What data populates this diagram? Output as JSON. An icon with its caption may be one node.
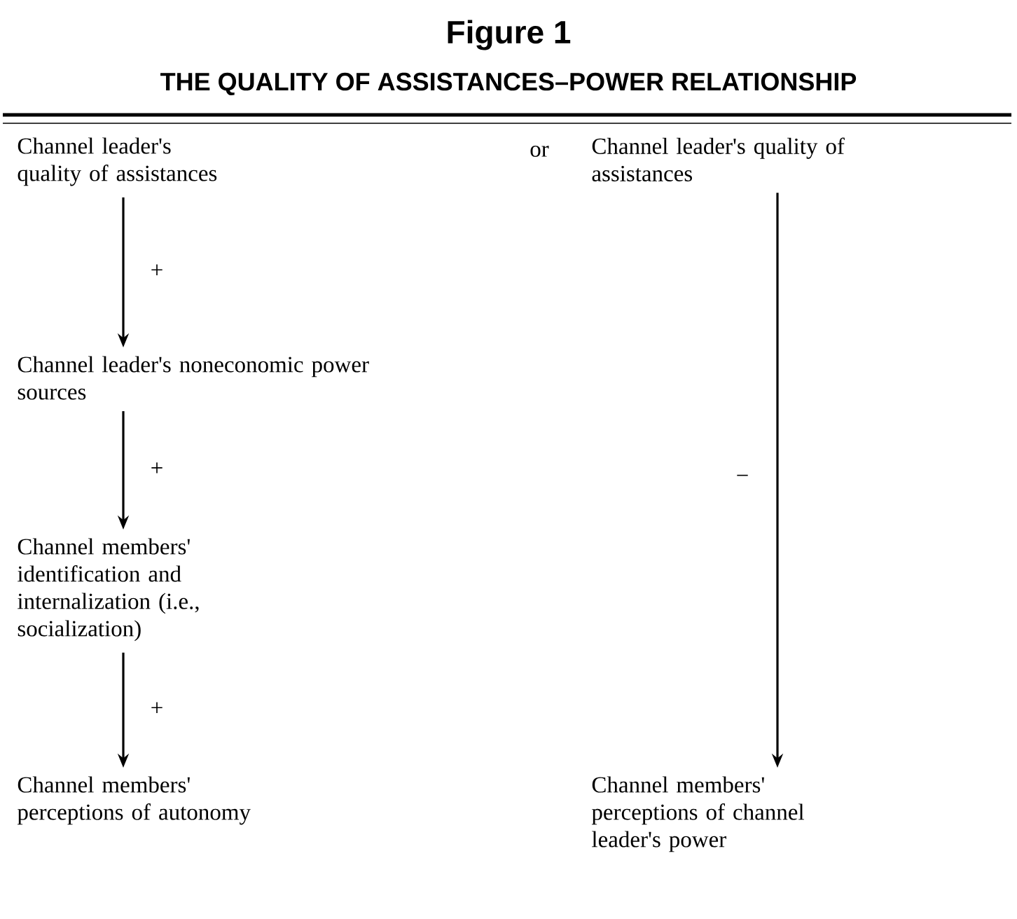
{
  "diagram": {
    "title": "Figure 1",
    "nodes": [
      {
        "text": [
          "Channel leader's quality of assistances"
        ]
      },
      {
        "text": [
          "Channel leader's noneconomic power sources"
        ]
      },
      {
        "text": [
          "Channel members' identification and internalization (i.e., socialization)"
        ]
      },
      {
        "text": [
          "Channel members' perceptions of autonomy"
        ]
      },
      {
        "text": [
          "Channel leader's quality of assistances"
        ]
      },
      {
        "text": [
          "Channel members' perceptions of channel leader's power"
        ]
      }
    ],
    "edges": [
      {
        "from": 0,
        "to": 1,
        "arrow": "to",
        "label": "+"
      },
      {
        "from": 1,
        "to": 2,
        "arrow": "to",
        "label": "+"
      },
      {
        "from": 2,
        "to": 3,
        "arrow": "to",
        "label": "+"
      },
      {
        "from": 4,
        "to": 5,
        "arrow": "to",
        "label": "−"
      }
    ],
    "labels": [
      "THE QUALITY OF ASSISTANCES–POWER RELATIONSHIP",
      "or"
    ]
  }
}
